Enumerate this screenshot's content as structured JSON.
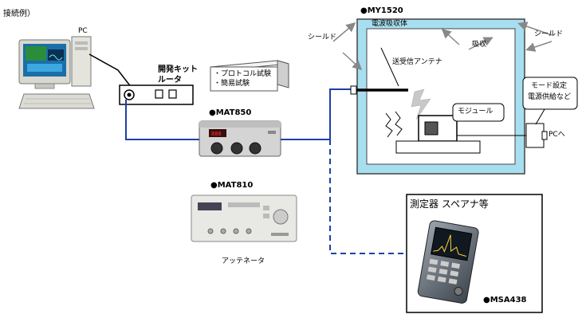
{
  "labels": {
    "connection_example": "接続例）",
    "pc": "PC",
    "kit_line1": "開発キット",
    "kit_line2": "ルータ",
    "note_item1": "・プロトコル試験",
    "note_item2": "・簡易試験",
    "mat850": "●MAT850",
    "mat810": "●MAT810",
    "attenuator": "アッテネータ",
    "my1520": "●MY1520",
    "absorber": "電波吸収体",
    "shield_left": "シールド",
    "shield_right": "シールド",
    "absorb": "吸収",
    "antenna": "送受信アンテナ",
    "module": "モジュール",
    "mode_line1": "モード設定",
    "mode_line2": "電源供給など",
    "to_pc": "PCへ",
    "instrument_title": "測定器  スペアナ等",
    "msa438": "●MSA438"
  },
  "colors": {
    "cable_blue": "#1f3fa8",
    "chamber_cyan": "#a8dff0",
    "chamber_border": "#444444"
  }
}
